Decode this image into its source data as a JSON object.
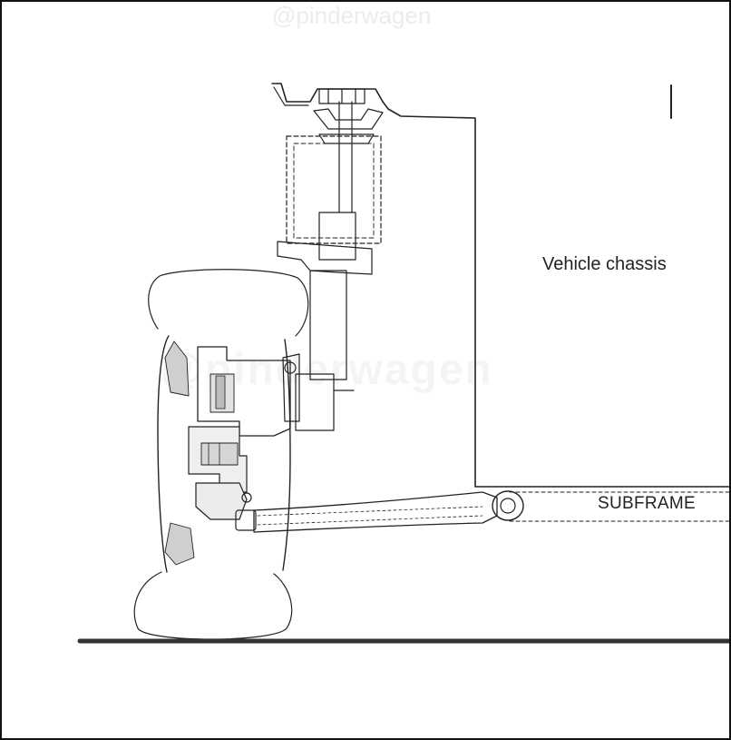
{
  "watermark": {
    "top": "@pinderwagen",
    "middle": "@pinderwagen"
  },
  "labels": {
    "vehicle_chassis": "Vehicle chassis",
    "subframe": "SUBFRAME"
  },
  "colors": {
    "line": "#222222",
    "ground": "#333333",
    "background": "#ffffff"
  }
}
